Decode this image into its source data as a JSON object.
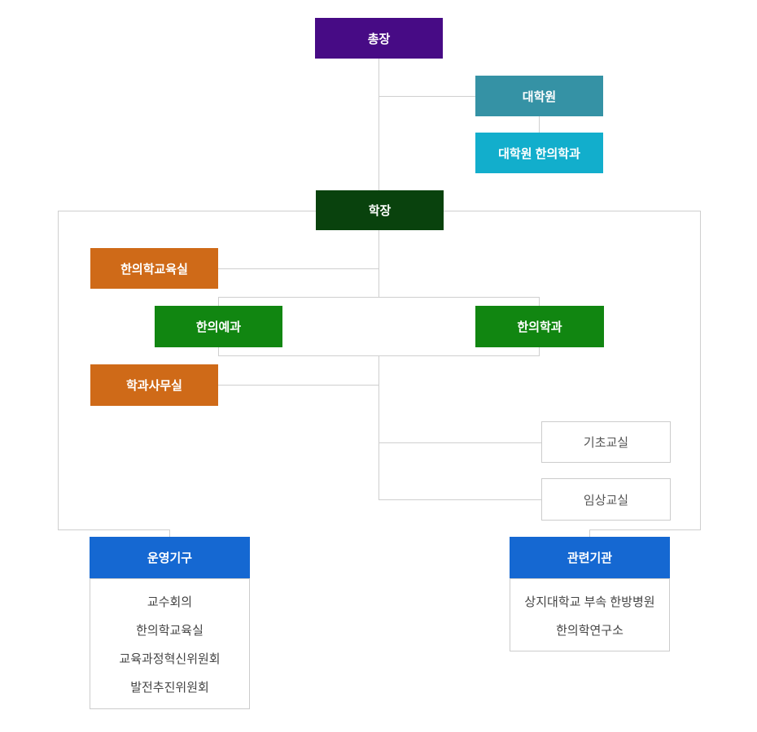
{
  "org": {
    "nodes": {
      "president": {
        "label": "총장"
      },
      "grad_school": {
        "label": "대학원"
      },
      "grad_dept": {
        "label": "대학원 한의학과"
      },
      "dean": {
        "label": "학장"
      },
      "edu_office": {
        "label": "한의학교육실"
      },
      "pre_med": {
        "label": "한의예과"
      },
      "med_dept": {
        "label": "한의학과"
      },
      "dept_office": {
        "label": "학과사무실"
      },
      "basic_class": {
        "label": "기초교실"
      },
      "clinical_class": {
        "label": "임상교실"
      },
      "operating": {
        "label": "운영기구",
        "items": [
          "교수회의",
          "한의학교육실",
          "교육과정혁신위원회",
          "발전추진위원회"
        ]
      },
      "related": {
        "label": "관련기관",
        "items": [
          "상지대학교 부속 한방병원",
          "한의학연구소"
        ]
      }
    },
    "colors": {
      "president_bg": "#470B85",
      "grad_school_bg": "#3592A5",
      "grad_dept_bg": "#12AECC",
      "dean_bg": "#09420D",
      "office_bg": "#CF6A18",
      "dept_bg": "#118611",
      "header_bg": "#1568D2",
      "connector_line": "#CFCFCF",
      "box_border": "#CCCCCC",
      "outline_text": "#555555",
      "list_text": "#444444",
      "node_text": "#FFFFFF"
    }
  }
}
